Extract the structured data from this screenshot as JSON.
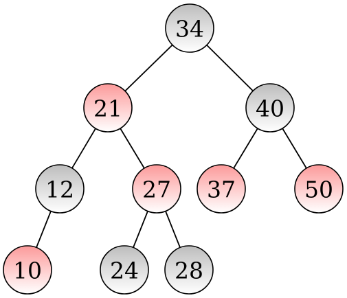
{
  "colors": {
    "red_top": "#fc9a9a",
    "red_bottom": "#ffffff",
    "black_top": "#bdbdbd",
    "black_bottom": "#ffffff"
  },
  "tree": {
    "nodes": [
      {
        "id": "n34",
        "label": "34",
        "color": "black"
      },
      {
        "id": "n21",
        "label": "21",
        "color": "red"
      },
      {
        "id": "n40",
        "label": "40",
        "color": "black"
      },
      {
        "id": "n12",
        "label": "12",
        "color": "black"
      },
      {
        "id": "n27",
        "label": "27",
        "color": "red"
      },
      {
        "id": "n37",
        "label": "37",
        "color": "red"
      },
      {
        "id": "n50",
        "label": "50",
        "color": "red"
      },
      {
        "id": "n10",
        "label": "10",
        "color": "red"
      },
      {
        "id": "n24",
        "label": "24",
        "color": "black"
      },
      {
        "id": "n28",
        "label": "28",
        "color": "black"
      }
    ],
    "edges": [
      {
        "from": "n34",
        "to": "n21"
      },
      {
        "from": "n34",
        "to": "n40"
      },
      {
        "from": "n21",
        "to": "n12"
      },
      {
        "from": "n21",
        "to": "n27"
      },
      {
        "from": "n40",
        "to": "n37"
      },
      {
        "from": "n40",
        "to": "n50"
      },
      {
        "from": "n12",
        "to": "n10"
      },
      {
        "from": "n27",
        "to": "n24"
      },
      {
        "from": "n27",
        "to": "n28"
      }
    ]
  }
}
